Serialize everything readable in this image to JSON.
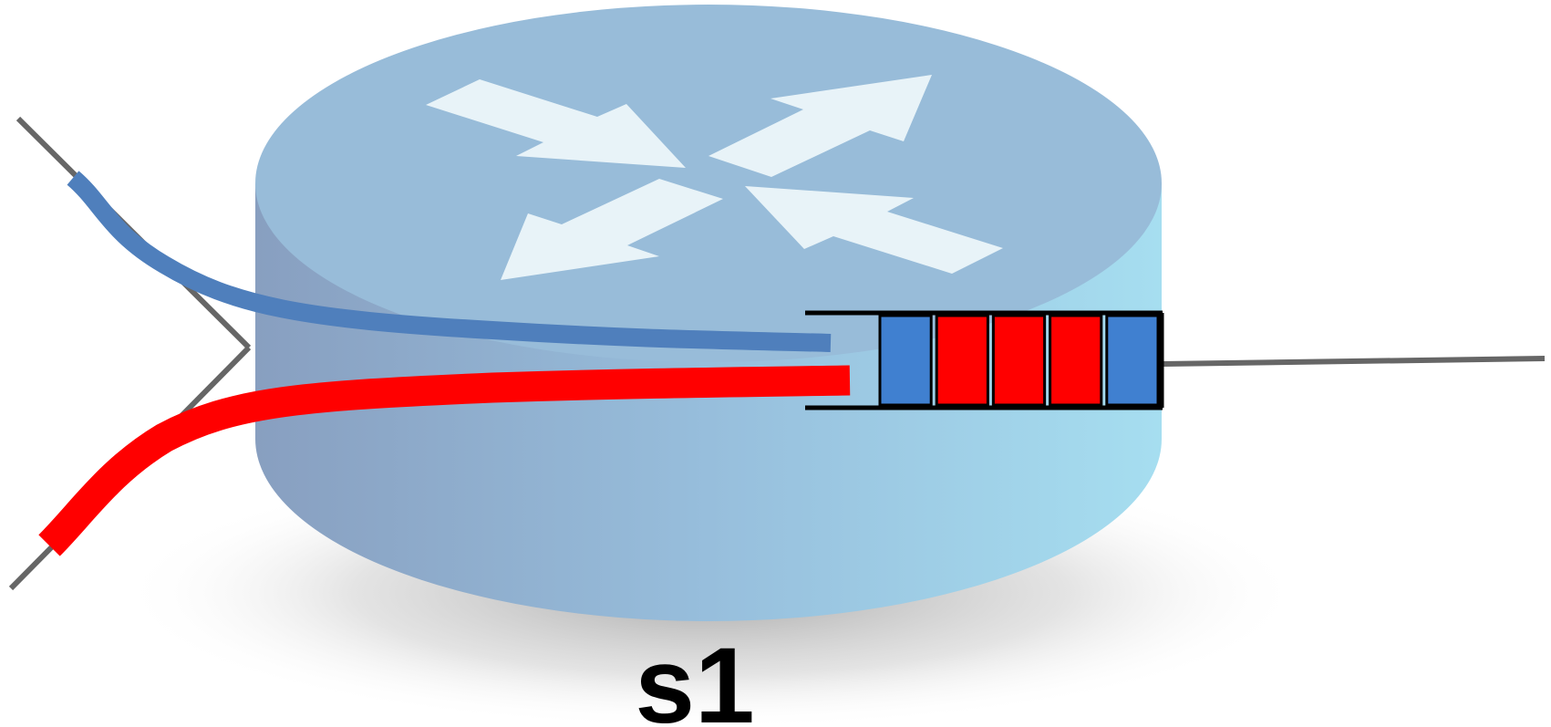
{
  "switch": {
    "label": "s1",
    "icon": "router-arrows-icon",
    "body_color_left": "#889fc0",
    "body_color_right": "#a6def0",
    "top_color": "#98bcd9",
    "arrow_color": "#e8f3f8"
  },
  "links": {
    "link_color": "#666666"
  },
  "flows": [
    {
      "name": "blue",
      "color": "#4f7fbc"
    },
    {
      "name": "red",
      "color": "#ff0000"
    }
  ],
  "queue": {
    "packets": [
      "blue",
      "red",
      "red",
      "red",
      "blue"
    ],
    "colors": {
      "blue": "#4080d0",
      "red": "#ff0000"
    }
  }
}
